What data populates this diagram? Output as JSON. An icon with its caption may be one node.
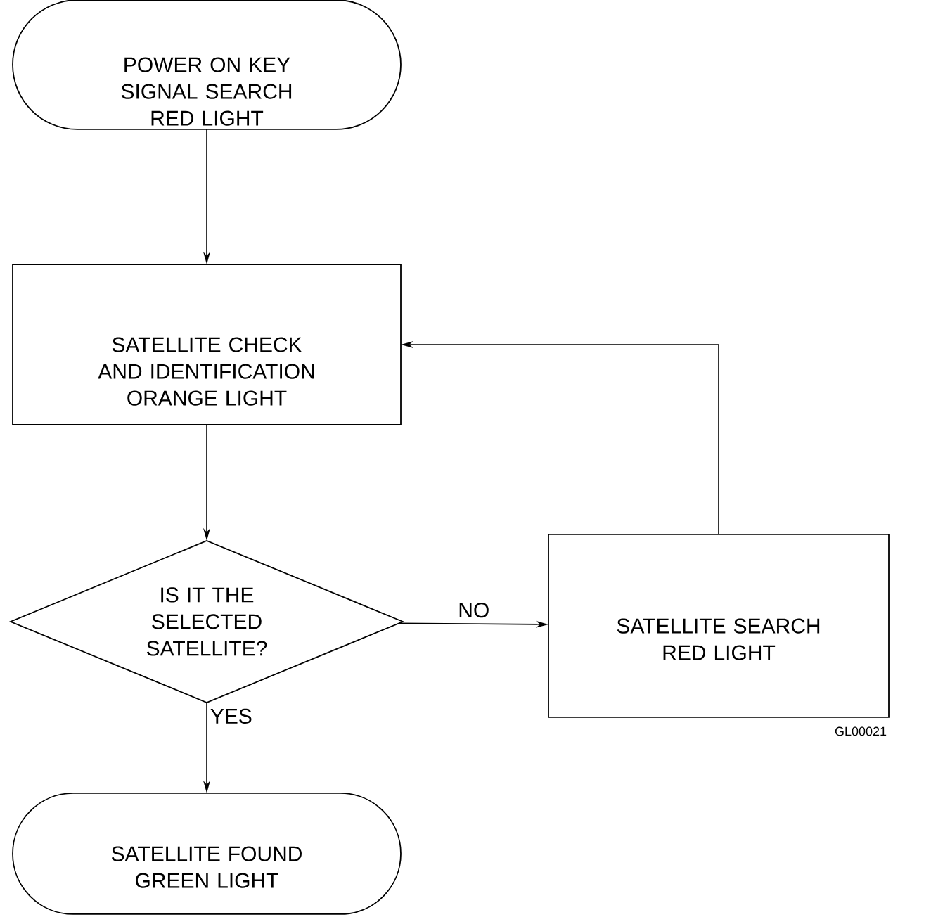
{
  "diagram": {
    "nodes": [
      {
        "text": [
          "POWER ON KEY SIGNAL SEARCH RED LIGHT"
        ]
      },
      {
        "text": [
          "SATELLITE CHECK AND IDENTIFICATION ORANGE LIGHT"
        ]
      },
      {
        "text": [
          "IS IT THE SELECTED SATELLITE?"
        ]
      },
      {
        "text": [
          "SATELLITE SEARCH RED LIGHT"
        ]
      },
      {
        "text": [
          "SATELLITE FOUND GREEN LIGHT"
        ]
      }
    ],
    "edges": [
      {
        "from": 0,
        "to": 1,
        "arrow": "to"
      },
      {
        "from": 1,
        "to": 2,
        "arrow": "to"
      },
      {
        "from": 2,
        "to": 3,
        "arrow": "to",
        "label": "NO"
      },
      {
        "from": 3,
        "to": 1,
        "arrow": "to"
      },
      {
        "from": 2,
        "to": 4,
        "arrow": "to",
        "label": "YES"
      }
    ],
    "labels": [
      "GL00021"
    ]
  }
}
